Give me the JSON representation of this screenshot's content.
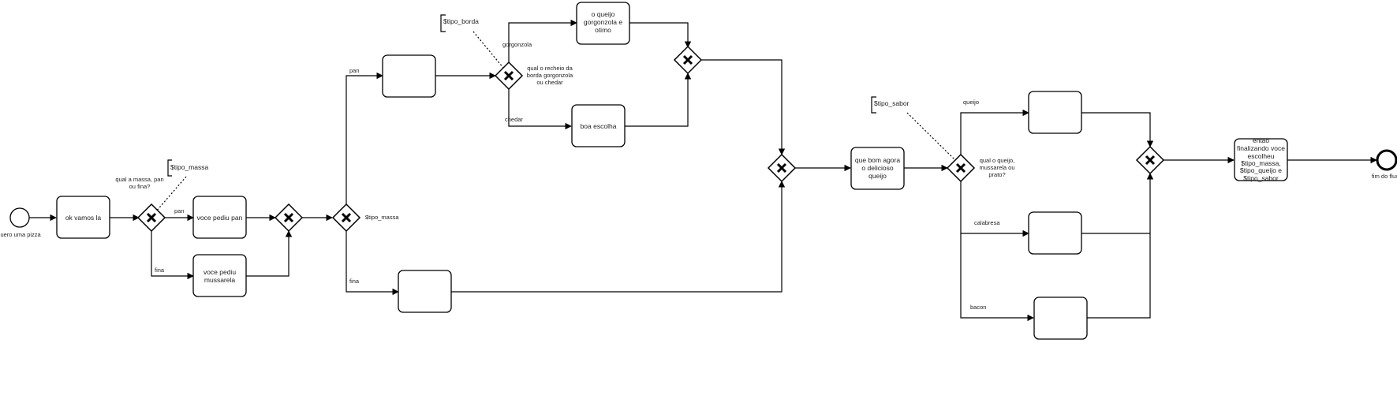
{
  "events": {
    "start": "quero uma pizza",
    "end": "fim do fluxo"
  },
  "tasks": {
    "ok_vamos_la": [
      "ok vamos la"
    ],
    "voce_pediu_pan": [
      "voce pediu pan"
    ],
    "voce_pediu_mussarela": [
      "voce pediu",
      "mussarela"
    ],
    "o_queijo_gorgonzola": [
      "o queijo",
      "gorgonzola e",
      "otimo"
    ],
    "boa_escolha": [
      "boa escolha"
    ],
    "que_bom_agora": [
      "que bom agora",
      "o delicioso",
      "queijo"
    ],
    "entao_finalizando": [
      "entao",
      "finalizando voce",
      "escolheu",
      "$tipo_massa,",
      "$tipo_queijo e",
      "$tipo_sabor"
    ]
  },
  "gateways": {
    "massa_question": [
      "qual a massa, pan",
      "ou fina?"
    ],
    "borda_question": [
      "qual o recheio da",
      "borda gorgonzola",
      "ou chedar"
    ],
    "tipo_massa_label": "$tipo_massa",
    "queijo_question": [
      "qual o queijo,",
      "mussarela ou",
      "prato?"
    ]
  },
  "annotations": {
    "tipo_massa": "$tipo_massa",
    "tipo_borda": "$tipo_borda",
    "tipo_sabor": "$tipo_sabor"
  },
  "flows": {
    "pan_1": "pan",
    "fina_1": "fina",
    "pan_2": "pan",
    "fina_2": "fina",
    "gorgonzola": "gorgonzola",
    "chedar": "chedar",
    "queijo": "queijo",
    "calabresa": "calabresa",
    "bacon": "bacon"
  }
}
